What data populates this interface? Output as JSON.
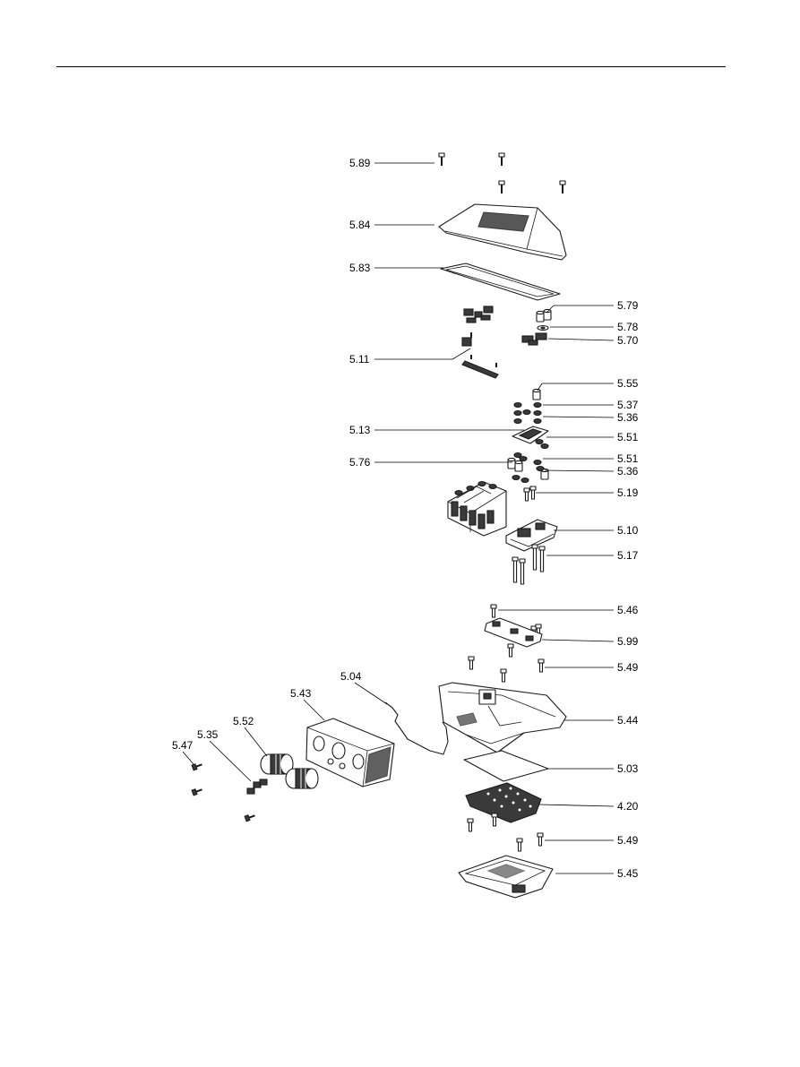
{
  "labels": {
    "l589": "5.89",
    "l584": "5.84",
    "l583": "5.83",
    "l579": "5.79",
    "l578": "5.78",
    "l570": "5.70",
    "l511": "5.11",
    "l555": "5.55",
    "l537": "5.37",
    "l536a": "5.36",
    "l513": "5.13",
    "l551a": "5.51",
    "l551b": "5.51",
    "l576": "5.76",
    "l536b": "5.36",
    "l519": "5.19",
    "l510": "5.10",
    "l517": "5.17",
    "l546": "5.46",
    "l599": "5.99",
    "l549a": "5.49",
    "l504": "5.04",
    "l543": "5.43",
    "l544": "5.44",
    "l552": "5.52",
    "l535": "5.35",
    "l547": "5.47",
    "l503": "5.03",
    "l420": "4.20",
    "l549b": "5.49",
    "l545": "5.45"
  }
}
